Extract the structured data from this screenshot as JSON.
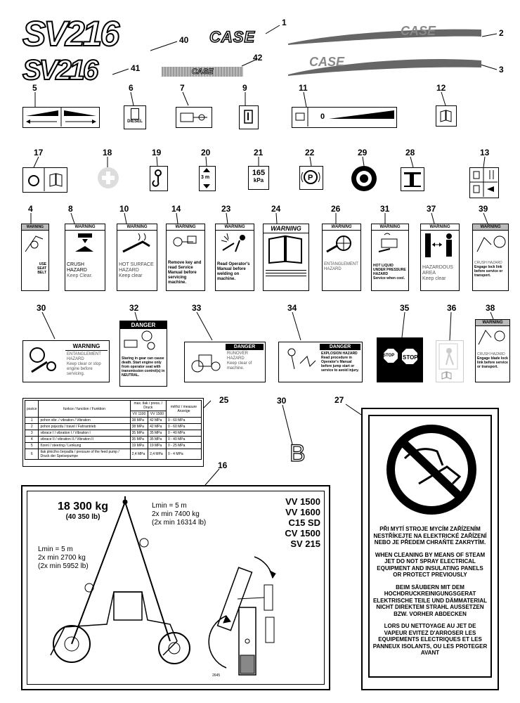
{
  "logos": {
    "sv216_large": "SV216",
    "sv216_small": "SV216",
    "case": "CASE"
  },
  "callouts": {
    "n1": "1",
    "n2": "2",
    "n3": "3",
    "n40": "40",
    "n41": "41",
    "n42": "42",
    "n5": "5",
    "n6": "6",
    "n7": "7",
    "n9": "9",
    "n11": "11",
    "n12": "12",
    "n17": "17",
    "n18": "18",
    "n19": "19",
    "n20": "20",
    "n21": "21",
    "n22": "22",
    "n29": "29",
    "n28": "28",
    "n13": "13",
    "n4": "4",
    "n8": "8",
    "n10": "10",
    "n14": "14",
    "n23": "23",
    "n24": "24",
    "n26": "26",
    "n31": "31",
    "n37": "37",
    "n39": "39",
    "n30a": "30",
    "n32": "32",
    "n33": "33",
    "n34": "34",
    "n35": "35",
    "n36": "36",
    "n38": "38",
    "n25": "25",
    "n30b": "30",
    "n27": "27",
    "n16": "16"
  },
  "decals": {
    "d6_text": "DIESEL",
    "d11_value": "0",
    "d20_text": "3 m",
    "d21_value": "165",
    "d21_unit": "kPa",
    "d30b_letter": "B",
    "warning": "WARNING",
    "danger": "DANGER",
    "stop": "STOP",
    "d4_l1": "USE",
    "d4_l2": "SEAT",
    "d4_l3": "BELT",
    "d8_h": "CRUSH",
    "d8_h2": "HAZARD",
    "d8_b": "Keep Clear.",
    "d10_h": "HOT SURFACE",
    "d10_h2": "HAZARD",
    "d10_b": "Keep clear",
    "d14_b": "Remove key and read Service Manual before servicing machine.",
    "d23_b": "Read Operator's Manual before welding on machine.",
    "d26_h": "ENTANGLEMENT",
    "d26_h2": "HAZARD",
    "d31_b": "HOT LIQUID UNDER PRESSURE HAZARD",
    "d31_b2": "Service when cool.",
    "d37_h": "HAZARDOUS",
    "d37_h2": "AREA",
    "d37_b": "Keep clear",
    "d39_h": "CRUSH HAZARD",
    "d39_b": "Engage lock link before service or transport.",
    "d30_h": "ENTANGLEMENT",
    "d30_h2": "HAZARD",
    "d30_b": "Keep clear or stop engine before servicing.",
    "d32_b": "Staring in gear can cause death. Start engine only from operator seat with transmission control(s) in NEUTRAL.",
    "d33_h": "RUNOVER HAZARD",
    "d33_b": "Keep clear of machine.",
    "d34_h": "EXPLOSION HAZARD",
    "d34_b": "Read procedure in Operator's Manual before jump start or service to avoid injury.",
    "d38_h": "CRUSH HAZARD",
    "d38_b": "Engage blade lock link before service or transport."
  },
  "table25": {
    "headers": [
      "pozice",
      "funkce / function / Funktion",
      "max. tlak / press. / Druck",
      "VV 1100",
      "VV 1500",
      "měřicí / measure Anzeige"
    ],
    "rows": [
      [
        "1",
        "pohon vibr. / vibration / Vibration",
        "38 MPa",
        "42 MPa",
        "0 - 60 MPa"
      ],
      [
        "2",
        "pohon pojezdu / travel / Fahrantrieb",
        "38 MPa",
        "42 MPa",
        "0 - 60 MPa"
      ],
      [
        "3",
        "vibrace I / vibration I / Vibration I",
        "35 MPa",
        "35 MPa",
        "0 - 40 MPa"
      ],
      [
        "4",
        "vibrace II / vibration II / Vibration II",
        "35 MPa",
        "35 MPa",
        "0 - 40 MPa"
      ],
      [
        "5",
        "řízení / steering / Lenkung",
        "19 MPa",
        "19 MPa",
        "0 - 25 MPa"
      ],
      [
        "6",
        "tlak plnicího čerpadla / pressure of the feed pump / Druck der Speisepumpe",
        "2,4 MPa",
        "2,4 MPa",
        "0 - 4 MPa"
      ]
    ]
  },
  "decal16": {
    "weight": "18 300 kg",
    "weight_lb": "(40 350 lb)",
    "right_l1": "Lmin = 5 m",
    "right_l2": "2x min 7400 kg",
    "right_l3": "(2x min 16314 lb)",
    "left_l1": "Lmin = 5 m",
    "left_l2": "2x min 2700 kg",
    "left_l3": "(2x min 5952 lb)",
    "models": [
      "VV 1500",
      "VV 1600",
      "C15 SD",
      "CV 1500",
      "SV 215"
    ],
    "code": "2645"
  },
  "decal27": {
    "cz": "PŘI MYTÍ STROJE MYCÍM ZAŘÍZENÍM NESTŘÍKEJTE NA ELEKTRICKÉ ZAŘÍZENÍ NEBO JE PŘEDEM CHRAŇTE ZAKRYTÍM.",
    "en": "WHEN CLEANING BY MEANS OF STEAM JET DO NOT SPRAY ELECTRICAL EQUIPMENT AND INSULATING PANELS OR PROTECT PREVIOUSLY",
    "de": "BEIM SÄUBERN MIT DEM HOCHDRUCKREINIGUNGSGERAT ELEKTRISCHE TEILE UND DÄMMATERIAL NICHT DIREKTEM STRAHL AUSSETZEN BZW. VORHER ABDECKEN",
    "fr": "LORS DU NETTOYAGE AU JET DE VAPEUR EVITEZ D'ARROSER LES EQUIPEMENTS ELECTRIQUES ET LES PANNEUX ISOLANTS, OU LES PROTEGER AVANT"
  }
}
